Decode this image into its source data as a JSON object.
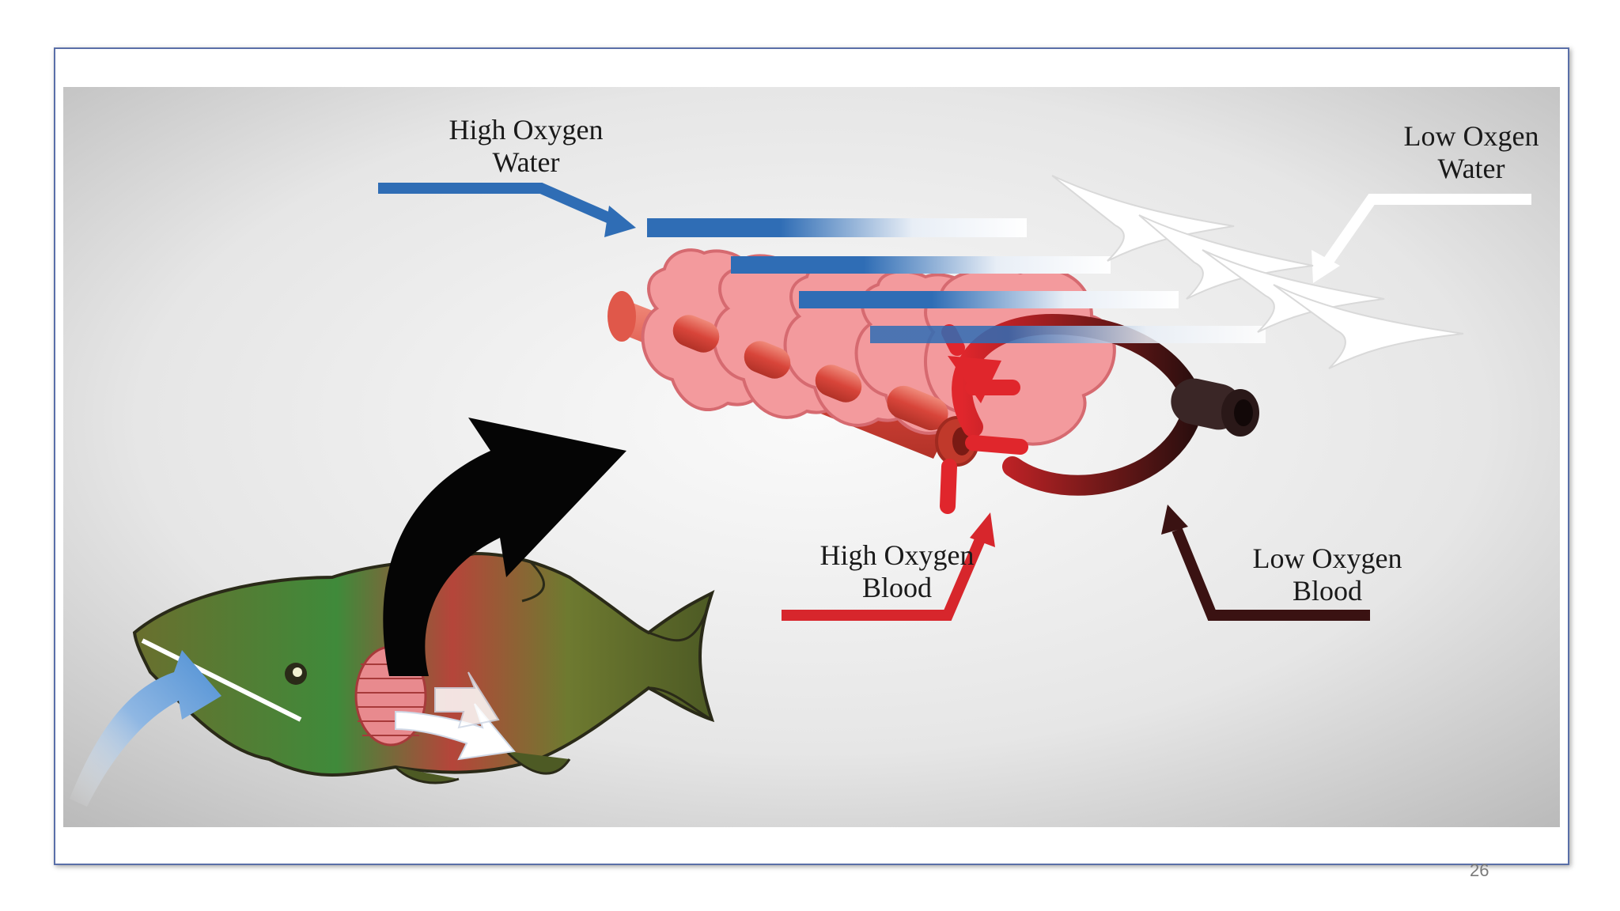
{
  "labels": {
    "high_oxygen_water": {
      "line1": "High Oxygen",
      "line2": "Water"
    },
    "low_oxygen_water": {
      "line1": "Low Oxgen",
      "line2": "Water"
    },
    "high_oxygen_blood": {
      "line1": "High Oxygen",
      "line2": "Blood"
    },
    "low_oxygen_blood": {
      "line1": "Low Oxygen",
      "line2": "Blood"
    }
  },
  "page_number": "26",
  "colors": {
    "water_high": "#2f6db5",
    "water_low": "#ffffff",
    "blood_high": "#d7262c",
    "blood_low": "#3a1212",
    "lamella": "#f39a9d",
    "lamella_edge": "#d66a70",
    "fish_body": "#5d6b2c",
    "background": "#e4e4e4"
  }
}
